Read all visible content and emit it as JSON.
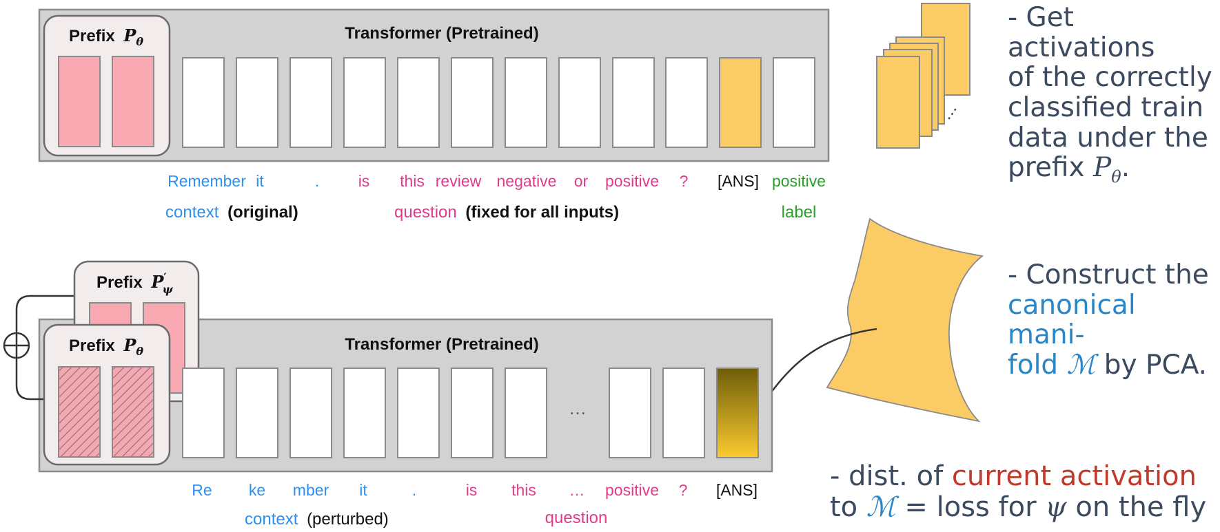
{
  "colors": {
    "panel": "#d2d2d2",
    "panel_border": "#8a8a8a",
    "prefix_box": "#f3ecec",
    "prefix_block": "#f9a9b2",
    "answer_block": "#fbcb65",
    "context_text": "#2e8ff0",
    "question_text": "#e03c8a",
    "label_text": "#2ca02c",
    "note_text": "#3b4a5e",
    "note_blue": "#2a86c6",
    "note_red": "#c0392b",
    "answer_gradient_top": "#6e5d08",
    "answer_gradient_bottom": "#fbcb30"
  },
  "top_panel": {
    "title": "Transformer (Pretrained)",
    "prefix_label": "Prefix",
    "prefix_symbol": "P",
    "prefix_subscript": "θ",
    "tokens": [
      {
        "text": "Remember",
        "role": "context"
      },
      {
        "text": "it",
        "role": "context"
      },
      {
        "text": ".",
        "role": "context"
      },
      {
        "text": "is",
        "role": "question"
      },
      {
        "text": "this",
        "role": "question"
      },
      {
        "text": "review",
        "role": "question"
      },
      {
        "text": "negative",
        "role": "question"
      },
      {
        "text": "or",
        "role": "question"
      },
      {
        "text": "positive",
        "role": "question"
      },
      {
        "text": "?",
        "role": "question"
      },
      {
        "text": "[ANS]",
        "role": "answer"
      },
      {
        "text": "positive",
        "role": "label"
      }
    ],
    "context_word": "context",
    "context_suffix": "(original)",
    "question_word": "question",
    "question_suffix": "(fixed for all inputs)",
    "label_word": "label"
  },
  "bottom_panel": {
    "title": "Transformer (Pretrained)",
    "prefix_front_label": "Prefix",
    "prefix_front_symbol": "P",
    "prefix_front_subscript": "θ",
    "prefix_back_label": "Prefix",
    "prefix_back_symbol": "P",
    "prefix_back_prime": "′",
    "prefix_back_subscript": "ψ",
    "combine_symbol": "⊕",
    "ellipsis": "…",
    "tokens": [
      {
        "text": "Re",
        "role": "context"
      },
      {
        "text": "ke",
        "role": "context"
      },
      {
        "text": "mber",
        "role": "context"
      },
      {
        "text": "it",
        "role": "context"
      },
      {
        "text": ".",
        "role": "context"
      },
      {
        "text": "is",
        "role": "question"
      },
      {
        "text": "this",
        "role": "question"
      },
      {
        "text": "…",
        "role": "question"
      },
      {
        "text": "positive",
        "role": "question"
      },
      {
        "text": "?",
        "role": "question"
      },
      {
        "text": "[ANS]",
        "role": "answer"
      }
    ],
    "context_word": "context",
    "context_suffix": "(perturbed)",
    "question_word": "question"
  },
  "notes": {
    "step1_lines": [
      "- Get activations",
      "of the correctly",
      "classified train",
      "data under the"
    ],
    "step1_last_prefix": "prefix ",
    "step1_last_symbol": "P",
    "step1_last_sub": "θ",
    "step1_last_suffix": ".",
    "step2_line1": "- Construct the",
    "step2_line2": "canonical mani-",
    "step2_line3_highlight": "fold ",
    "step2_line3_symbol": "ℳ",
    "step2_line3_rest": " by PCA.",
    "step3_line1_prefix": "- dist. of ",
    "step3_line1_highlight": "current activation",
    "step3_line2_prefix": "to ",
    "step3_line2_symbol": "ℳ",
    "step3_line2_mid": " = loss for ",
    "step3_line2_psi": "ψ",
    "step3_line2_rest": " on the fly"
  },
  "activation_stack": {
    "dots": "⋮"
  }
}
